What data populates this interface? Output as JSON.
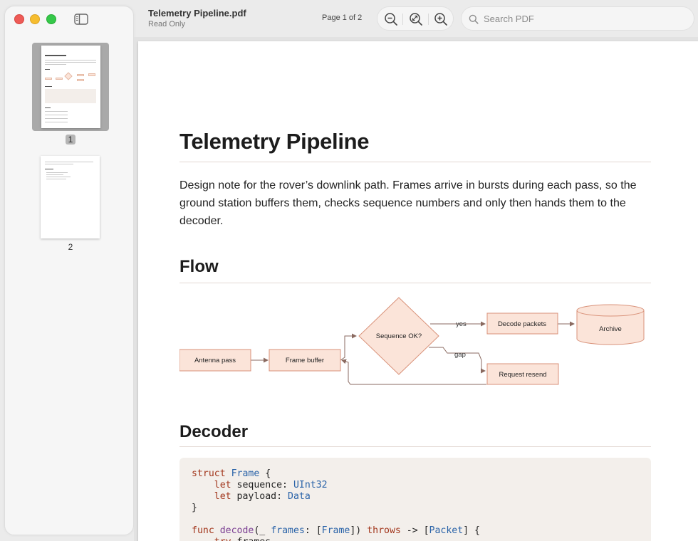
{
  "window": {
    "title": "Telemetry Pipeline.pdf",
    "subtitle": "Read Only"
  },
  "toolbar": {
    "page_indicator": "Page 1 of 2",
    "search_placeholder": "Search PDF"
  },
  "sidebar": {
    "thumbnails": [
      {
        "label": "1",
        "selected": true
      },
      {
        "label": "2",
        "selected": false
      }
    ]
  },
  "document": {
    "title": "Telemetry Pipeline",
    "intro": "Design note for the rover’s downlink path. Frames arrive in bursts during each pass, so the ground station buffers them, checks sequence numbers and only then hands them to the decoder.",
    "flow_heading": "Flow",
    "decoder_heading": "Decoder",
    "diagram": {
      "nodes": {
        "antenna": "Antenna pass",
        "buffer": "Frame buffer",
        "check": "Sequence OK?",
        "decode": "Decode packets",
        "archive": "Archive",
        "resend": "Request resend"
      },
      "edges": {
        "yes": "yes",
        "gap": "gap"
      }
    },
    "code": {
      "l1_kw": "struct",
      "l1_ty": "Frame",
      "l1_rest": " {",
      "l2_kw": "let",
      "l2_rest": " sequence: ",
      "l2_ty": "UInt32",
      "l3_kw": "let",
      "l3_rest": " payload: ",
      "l3_ty": "Data",
      "l4": "}",
      "l6_kw": "func",
      "l6_fn": "decode",
      "l6_a": "(_ ",
      "l6_arg": "frames",
      "l6_b": ": [",
      "l6_ty": "Frame",
      "l6_c": "]) ",
      "l6_kw2": "throws",
      "l6_d": " -> [",
      "l6_ty2": "Packet",
      "l6_e": "] {",
      "l7_kw": "try",
      "l7_rest": " frames"
    }
  },
  "colors": {
    "node_fill": "#fbe4d9",
    "node_stroke": "#d9927a",
    "edge": "#8a6a60",
    "keyword": "#a2361c",
    "type": "#2a63a8"
  }
}
